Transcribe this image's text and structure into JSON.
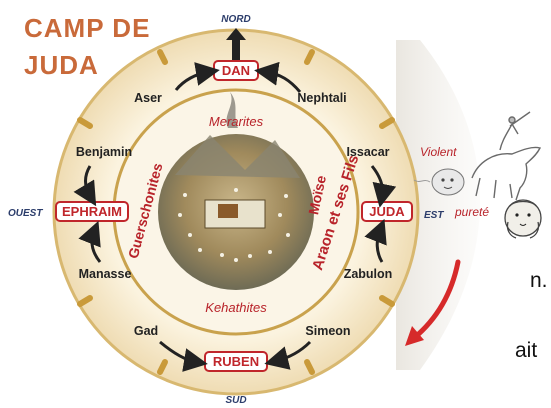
{
  "title": {
    "line1": "CAMP DE",
    "line2": "JUDA"
  },
  "directions": {
    "north": "NORD",
    "south": "SUD",
    "east": "EST",
    "west": "OUEST"
  },
  "banners": {
    "north": "DAN",
    "south": "RUBEN",
    "east": "JUDA",
    "west": "EPHRAIM"
  },
  "tribes": {
    "aser": "Aser",
    "nephtali": "Nephtali",
    "benjamin": "Benjamin",
    "manasse": "Manasse",
    "issacar": "Issacar",
    "zabulon": "Zabulon",
    "gad": "Gad",
    "simeon": "Simeon"
  },
  "levites": {
    "top": "Merarites",
    "bottom": "Kehathites",
    "left": "Guerschonites",
    "right_line1": "Moïse",
    "right_line2": "Araon et ses Fils"
  },
  "symbols": {
    "violent": "Violent",
    "purete": "pureté"
  },
  "page_edge_text": {
    "n_fragment": "n.",
    "ait_fragment": "ait"
  },
  "colors": {
    "ring": "#f3e6c8",
    "ring_border": "#c9a24d",
    "accent_red": "#c0262b",
    "title": "#c96a3a"
  }
}
